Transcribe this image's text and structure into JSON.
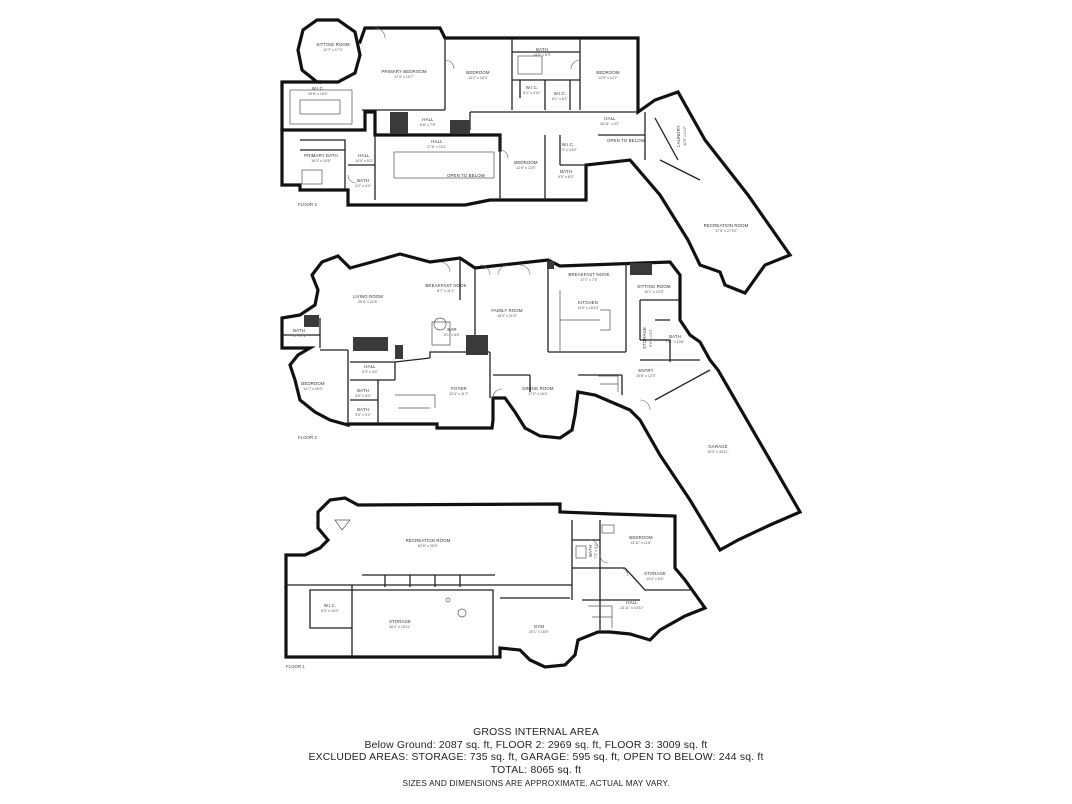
{
  "floors": [
    {
      "id": "floor3",
      "label": "FLOOR 3",
      "rooms": [
        {
          "key": "sitting",
          "name": "SITTING ROOM",
          "dims": "12'7\" x 17'3\""
        },
        {
          "key": "primary",
          "name": "PRIMARY BEDROOM",
          "dims": "17'4\" x 15'7\""
        },
        {
          "key": "bed_a",
          "name": "BEDROOM",
          "dims": "14'2\" x 15'3\""
        },
        {
          "key": "bath_a",
          "name": "BATH",
          "dims": "14'6\" x 8'3\""
        },
        {
          "key": "bed_b",
          "name": "BEDROOM",
          "dims": "12'9\" x 14'7\""
        },
        {
          "key": "wic_a",
          "name": "W.I.C.",
          "dims": "25'8\" x 18'4\""
        },
        {
          "key": "wic_b",
          "name": "W.I.C.",
          "dims": "8'1\" x 4'11\""
        },
        {
          "key": "wic_c",
          "name": "W.I.C.",
          "dims": "6'1\" x 8'1\""
        },
        {
          "key": "hall_a",
          "name": "HALL",
          "dims": "6'8\" x 7'8\""
        },
        {
          "key": "hall_b",
          "name": "HALL",
          "dims": "40'11\" x 4'2\""
        },
        {
          "key": "hall_c",
          "name": "HALL",
          "dims": "27'6\" x 10'1\""
        },
        {
          "key": "hall_d",
          "name": "HALL",
          "dims": "14'0\" x 5'2\""
        },
        {
          "key": "prim_bath",
          "name": "PRIMARY BATH",
          "dims": "16'3\" x 10'6\""
        },
        {
          "key": "bath_b",
          "name": "BATH",
          "dims": "4'2\" x 4'4\""
        },
        {
          "key": "open_a",
          "name": "OPEN TO BELOW",
          "dims": ""
        },
        {
          "key": "bed_c",
          "name": "BEDROOM",
          "dims": "12'6\" x 13'5\""
        },
        {
          "key": "wic_d",
          "name": "W.I.C.",
          "dims": "4'3\" x 4'10\""
        },
        {
          "key": "bath_c",
          "name": "BATH",
          "dims": "4'5\" x 8'3\""
        },
        {
          "key": "open_b",
          "name": "OPEN TO BELOW",
          "dims": ""
        },
        {
          "key": "laundry",
          "name": "LAUNDRY",
          "dims": "12'0\" x 14'2\""
        },
        {
          "key": "rec",
          "name": "RECREATION ROOM",
          "dims": "17'5\" x 27'10\""
        }
      ]
    },
    {
      "id": "floor2",
      "label": "FLOOR 2",
      "rooms": [
        {
          "key": "living",
          "name": "LIVING ROOM",
          "dims": "26'4\" x 22'6\""
        },
        {
          "key": "nook_a",
          "name": "BREAKFAST NOOK",
          "dims": "8'7\" x 11'1\""
        },
        {
          "key": "family",
          "name": "FAMILY ROOM",
          "dims": "18'0\" x 21'3\""
        },
        {
          "key": "nook_b",
          "name": "BREAKFAST NOOK",
          "dims": "17'7\" x 7'5\""
        },
        {
          "key": "sitting",
          "name": "SITTING ROOM",
          "dims": "10'1\" x 12'5\""
        },
        {
          "key": "kitchen",
          "name": "KITCHEN",
          "dims": "13'9\" x 15'10\""
        },
        {
          "key": "bar",
          "name": "BAR",
          "dims": "8'1\" x 6'6\""
        },
        {
          "key": "bath_a",
          "name": "BATH",
          "dims": "7'5\" x 7'2\""
        },
        {
          "key": "storage",
          "name": "STORAGE",
          "dims": "5'0\" x 4'10\""
        },
        {
          "key": "bath_b",
          "name": "BATH",
          "dims": "7'11\" x 10'6\""
        },
        {
          "key": "hall",
          "name": "HALL",
          "dims": "5'3\" x 4'4\""
        },
        {
          "key": "bedroom",
          "name": "BEDROOM",
          "dims": "14'7\" x 16'0\""
        },
        {
          "key": "bath_c",
          "name": "BATH",
          "dims": "5'9\" x 5'0\""
        },
        {
          "key": "bath_d",
          "name": "BATH",
          "dims": "3'5\" x 3'2\""
        },
        {
          "key": "foyer",
          "name": "FOYER",
          "dims": "22'4\" x 11'7\""
        },
        {
          "key": "dining",
          "name": "DINING ROOM",
          "dims": "17'9\" x 16'4\""
        },
        {
          "key": "entry",
          "name": "ENTRY",
          "dims": "20'8\" x 12'3\""
        },
        {
          "key": "garage",
          "name": "GARAGE",
          "dims": "19'3\" x 30'11\""
        }
      ]
    },
    {
      "id": "floor1",
      "label": "FLOOR 1",
      "rooms": [
        {
          "key": "rec",
          "name": "RECREATION ROOM",
          "dims": "62'6\" x 20'0\""
        },
        {
          "key": "bedroom",
          "name": "BEDROOM",
          "dims": "14'11\" x 11'6\""
        },
        {
          "key": "bath",
          "name": "BATH",
          "dims": "7'3\" x 5'4\""
        },
        {
          "key": "storage_a",
          "name": "STORAGE",
          "dims": "13'4\" x 6'6\""
        },
        {
          "key": "wic",
          "name": "W.I.C.",
          "dims": "8'3\" x 10'0\""
        },
        {
          "key": "storage_b",
          "name": "STORAGE",
          "dims": "46'4\" x 15'11\""
        },
        {
          "key": "gym",
          "name": "GYM",
          "dims": "20'1\" x 15'5\""
        },
        {
          "key": "hall",
          "name": "HALL",
          "dims": "24'11\" x 10'11\""
        }
      ]
    }
  ],
  "summary": {
    "heading": "GROSS INTERNAL AREA",
    "line1": "Below Ground: 2087 sq. ft, FLOOR 2: 2969 sq. ft, FLOOR 3: 3009 sq. ft",
    "line2": "EXCLUDED AREAS: STORAGE: 735 sq. ft, GARAGE: 595 sq. ft, OPEN TO BELOW: 244 sq. ft",
    "line3": "TOTAL: 8065 sq. ft",
    "note": "SIZES AND DIMENSIONS ARE APPROXIMATE, ACTUAL MAY VARY."
  }
}
